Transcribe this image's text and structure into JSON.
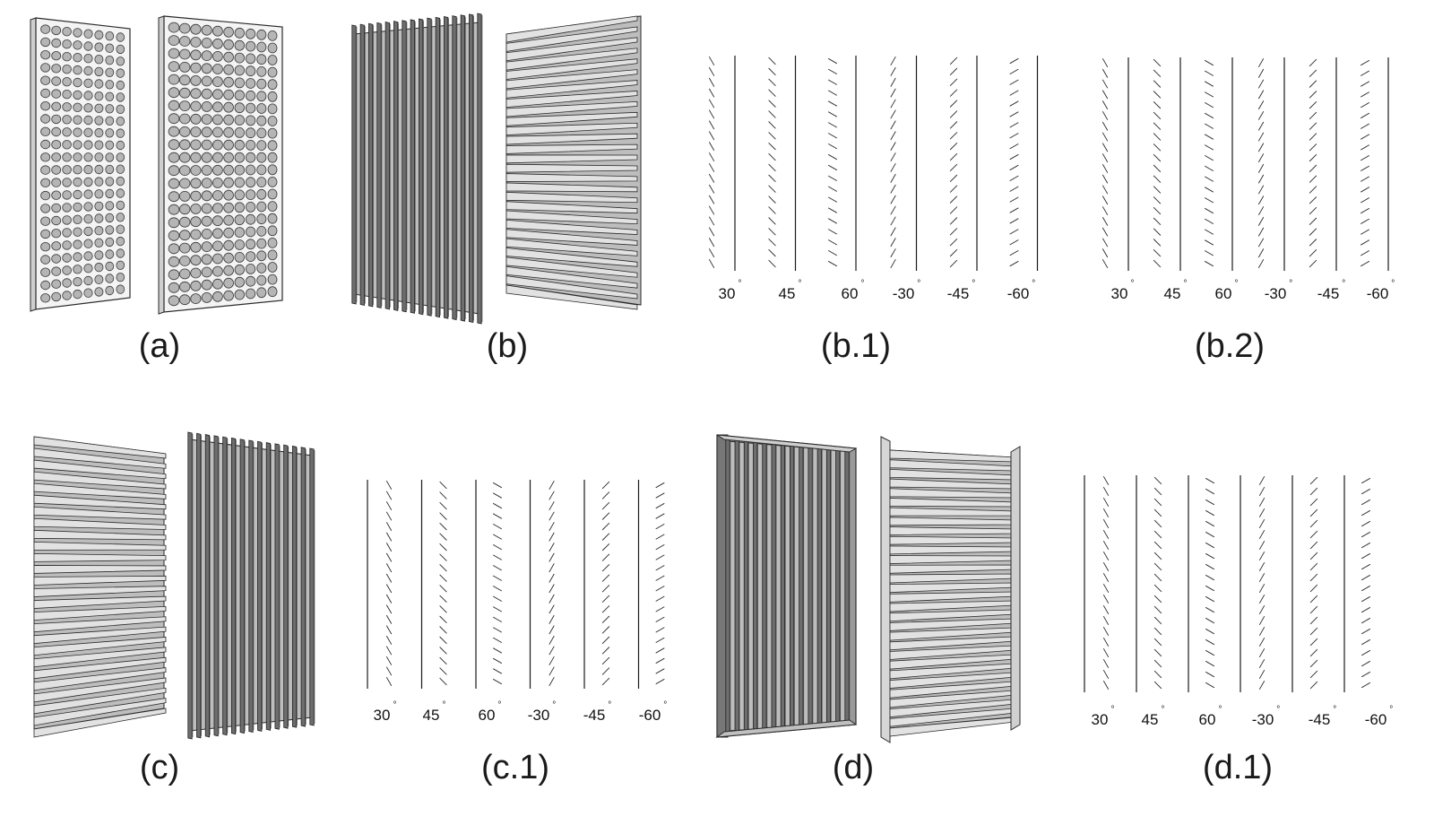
{
  "panels": [
    {
      "id": "a",
      "caption": "(a)",
      "kind": "perforated"
    },
    {
      "id": "b",
      "caption": "(b)",
      "kind": "vertical-and-horizontal-fins"
    },
    {
      "id": "b1",
      "caption": "(b.1)",
      "kind": "angle-diagram"
    },
    {
      "id": "b2",
      "caption": "(b.2)",
      "kind": "angle-diagram"
    },
    {
      "id": "c",
      "caption": "(c)",
      "kind": "horizontal-and-vertical-fins"
    },
    {
      "id": "c1",
      "caption": "(c.1)",
      "kind": "angle-diagram"
    },
    {
      "id": "d",
      "caption": "(d)",
      "kind": "framed-fins"
    },
    {
      "id": "d1",
      "caption": "(d.1)",
      "kind": "angle-diagram"
    }
  ],
  "angle_labels": [
    "30",
    "45",
    "60",
    "-30",
    "-45",
    "-60"
  ],
  "degree_symbol": "°",
  "colors": {
    "panel_fill": "#bdbdbd",
    "panel_dark": "#8e8e8e",
    "stroke": "#2a2a2a",
    "hole_fill": "#b5b5b5",
    "plate_fill": "#f4f4f4"
  }
}
